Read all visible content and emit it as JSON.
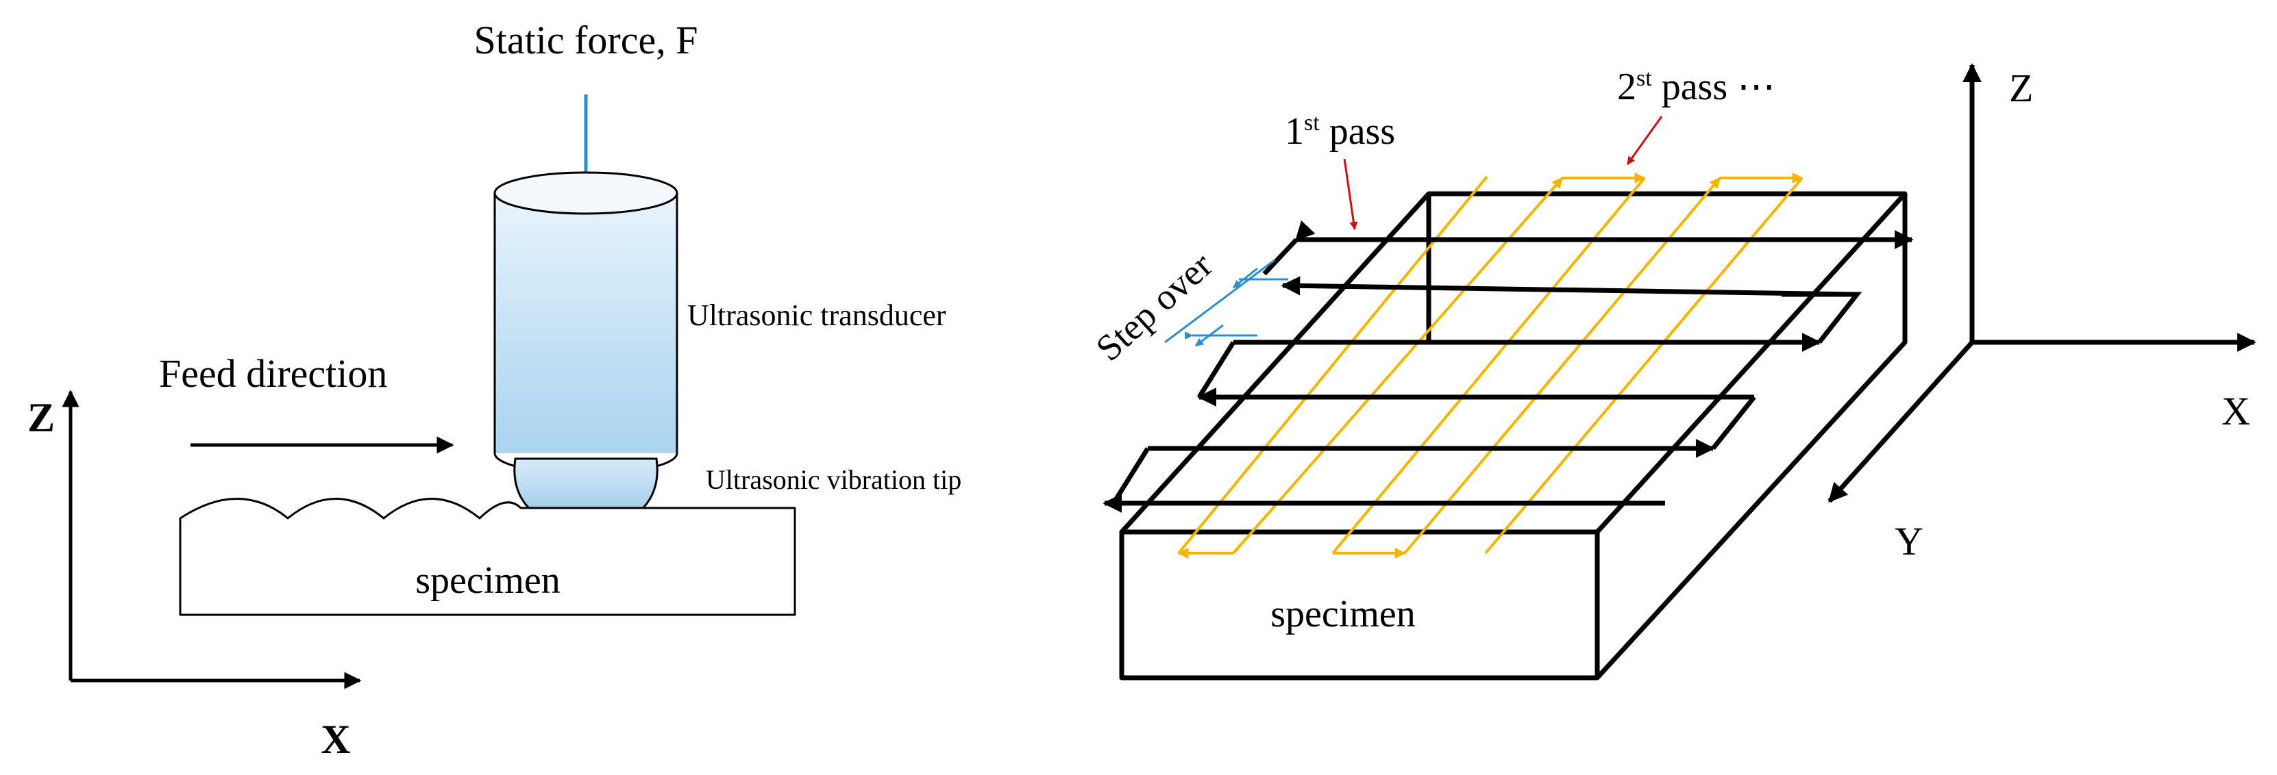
{
  "left_panel": {
    "static_force": "Static force, F",
    "transducer": "Ultrasonic transducer",
    "feed_direction": "Feed direction",
    "vibration_tip": "Ultrasonic vibration tip",
    "specimen": "specimen",
    "axis_z": "Z",
    "axis_x": "X"
  },
  "right_panel": {
    "first_pass_num": "1",
    "first_pass_sup": "st",
    "first_pass_word": " pass",
    "second_pass_num": "2",
    "second_pass_sup": "st",
    "second_pass_word": " pass ⋯",
    "step_over": "Step over",
    "specimen": "specimen",
    "axis_z": "Z",
    "axis_x": "X",
    "axis_y": "Y"
  },
  "colors": {
    "force_arrow": "#2a8fcc",
    "path_black": "#000000",
    "path_yellow": "#f5b400",
    "pointer_red": "#cc1010",
    "step_over_blue": "#2a8fcc"
  }
}
